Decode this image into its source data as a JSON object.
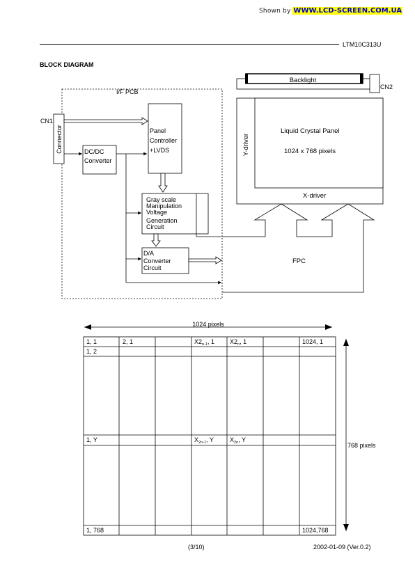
{
  "watermark": {
    "prefix": "Shown by",
    "site": "WWW.LCD-SCREEN.COM.UA"
  },
  "header": {
    "model": "LTM10C313U"
  },
  "section_title": "BLOCK DIAGRAM",
  "block_diagram": {
    "backlight": "Backlight",
    "cn2": "CN2",
    "if_pcb": "I/F PCB",
    "cn1": "CN1",
    "connector": "Connector",
    "dcdc": [
      "DC/DC",
      "Converter"
    ],
    "panel_controller": [
      "Panel",
      "Controller",
      "+LVDS"
    ],
    "gray_scale": [
      "Gray scale",
      "Manipulation",
      "Voltage",
      "Generation",
      "Circuit"
    ],
    "da_converter": [
      "D/A",
      "Converter",
      "Circuit"
    ],
    "lcd_panel": [
      "Liquid Crystal Panel",
      "1024 x 768 pixels"
    ],
    "y_driver": "Y-driver",
    "x_driver": "X-driver",
    "fpc": "FPC"
  },
  "pixel_grid": {
    "width_label": "1024 pixels",
    "height_label": "768 pixels",
    "row1": [
      "1, 1",
      "2, 1",
      "",
      "X2n-1, 1",
      "X2n, 1",
      "",
      "1024, 1"
    ],
    "row2": [
      "1, 2",
      "",
      "",
      "",
      "",
      "",
      ""
    ],
    "rowY": [
      "1, Y",
      "",
      "",
      "X2n-1, Y",
      "X2n, Y",
      "",
      ""
    ],
    "rowLast": [
      "1, 768",
      "",
      "",
      "",
      "",
      "",
      "1024,768"
    ]
  },
  "footer": {
    "page": "(3/10)",
    "date": "2002-01-09 (Ver.0.2)"
  }
}
